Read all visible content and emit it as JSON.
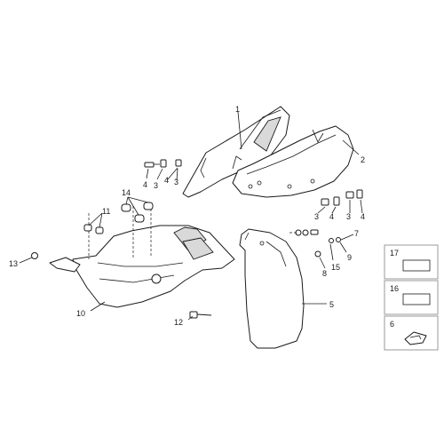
{
  "callouts": {
    "c1": "1",
    "c2": "2",
    "c3a": "3",
    "c3b": "3",
    "c3c": "3",
    "c3d": "3",
    "c4a": "4",
    "c4b": "4",
    "c4c": "4",
    "c4d": "4",
    "c5": "5",
    "c7": "7",
    "c8": "8",
    "c9": "9",
    "c10": "10",
    "c11": "11",
    "c12": "12",
    "c13": "13",
    "c14": "14",
    "c15": "15"
  },
  "legend": {
    "items": [
      {
        "number": "17",
        "icon": "sticker-icon"
      },
      {
        "number": "16",
        "icon": "sticker-icon"
      },
      {
        "number": "6",
        "icon": "clip-nut-icon"
      }
    ]
  },
  "colors": {
    "line": "#1a1a1a",
    "legend_border": "#9a9a9a",
    "shade": "#d9d9d9"
  }
}
